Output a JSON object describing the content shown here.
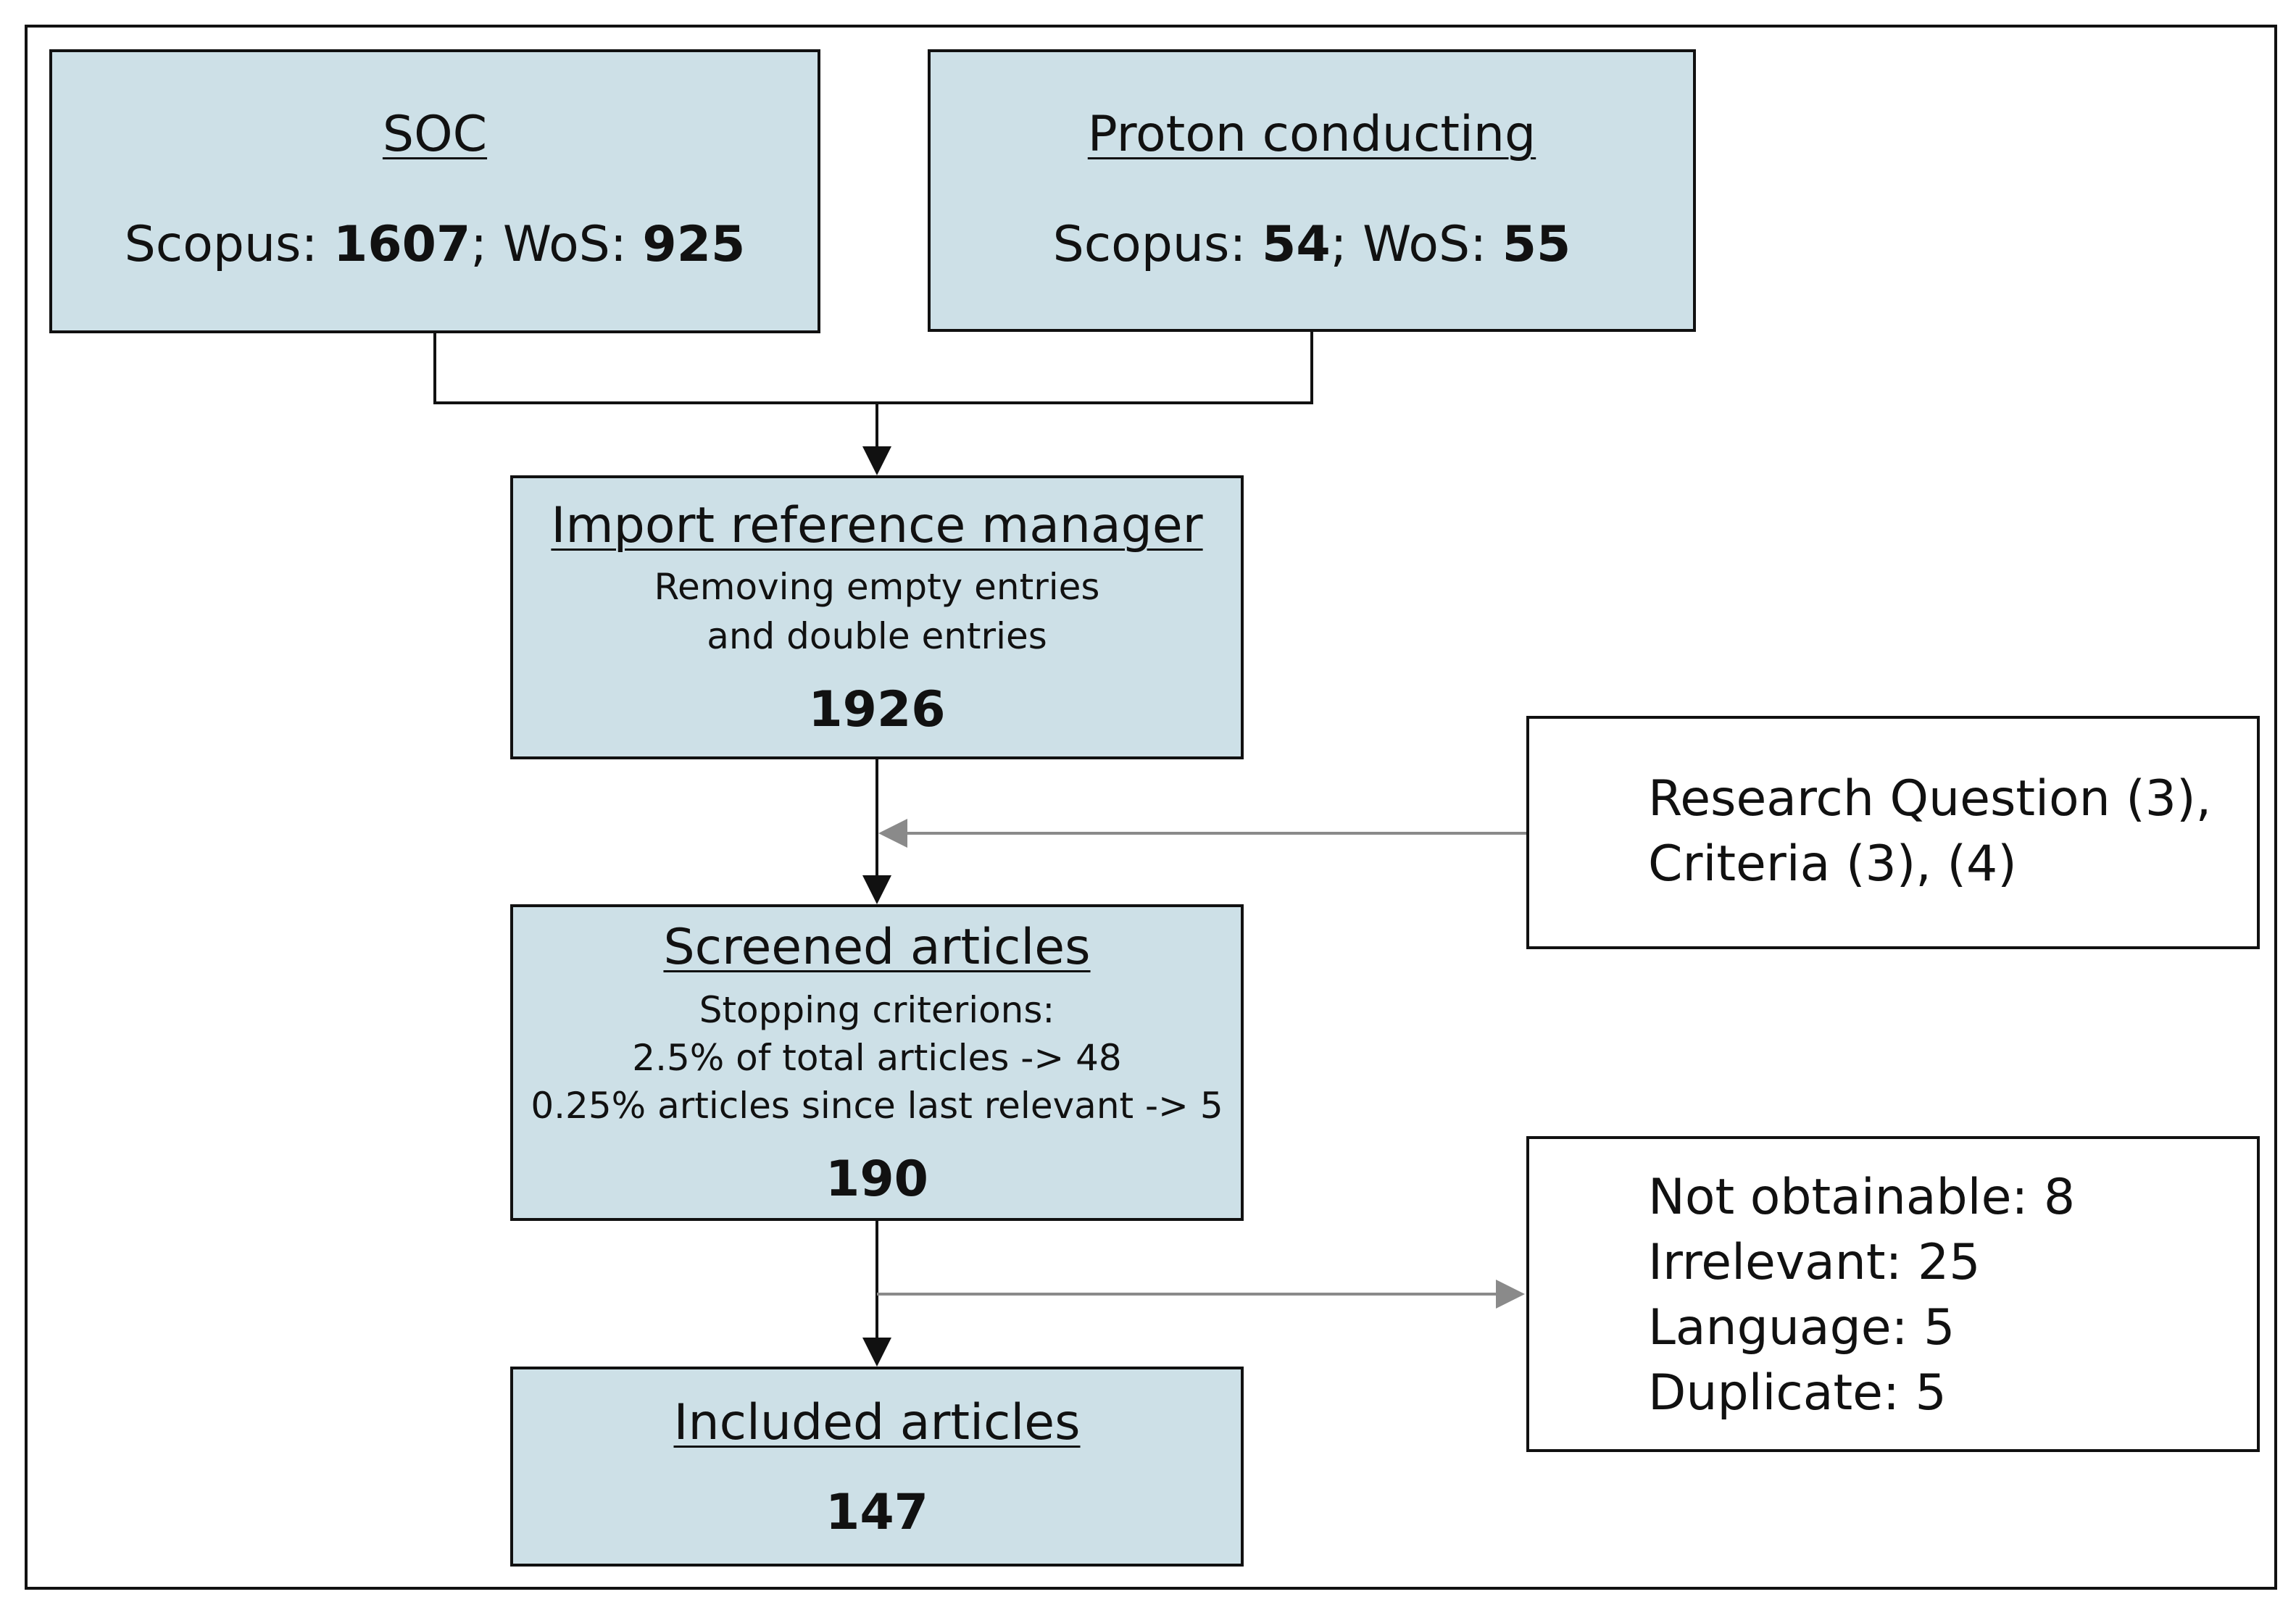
{
  "soc": {
    "title": "SOC",
    "scopus_label": "Scopus:",
    "scopus_value": "1607",
    "wos_label": "WoS:",
    "wos_value": "925"
  },
  "proton": {
    "title": "Proton conducting",
    "scopus_label": "Scopus:",
    "scopus_value": "54",
    "wos_label": "WoS:",
    "wos_value": "55"
  },
  "import": {
    "title": "Import reference manager",
    "line1": "Removing empty entries",
    "line2": "and double entries",
    "count": "1926"
  },
  "screened": {
    "title": "Screened articles",
    "line1": "Stopping criterions:",
    "line2": "2.5% of total articles -> 48",
    "line3": "0.25% articles since last relevant -> 5",
    "count": "190"
  },
  "included": {
    "title": "Included articles",
    "count": "147"
  },
  "criteria": {
    "line1": "Research  Question (3),",
    "line2": "Criteria (3), (4)"
  },
  "exclusions": {
    "items": [
      "Not obtainable:  8",
      "Irrelevant:  25",
      "Language:  5",
      "Duplicate:  5"
    ]
  },
  "colors": {
    "box_fill": "#cde0e7",
    "border": "#111111",
    "side_arrow": "#8a8a8a"
  }
}
